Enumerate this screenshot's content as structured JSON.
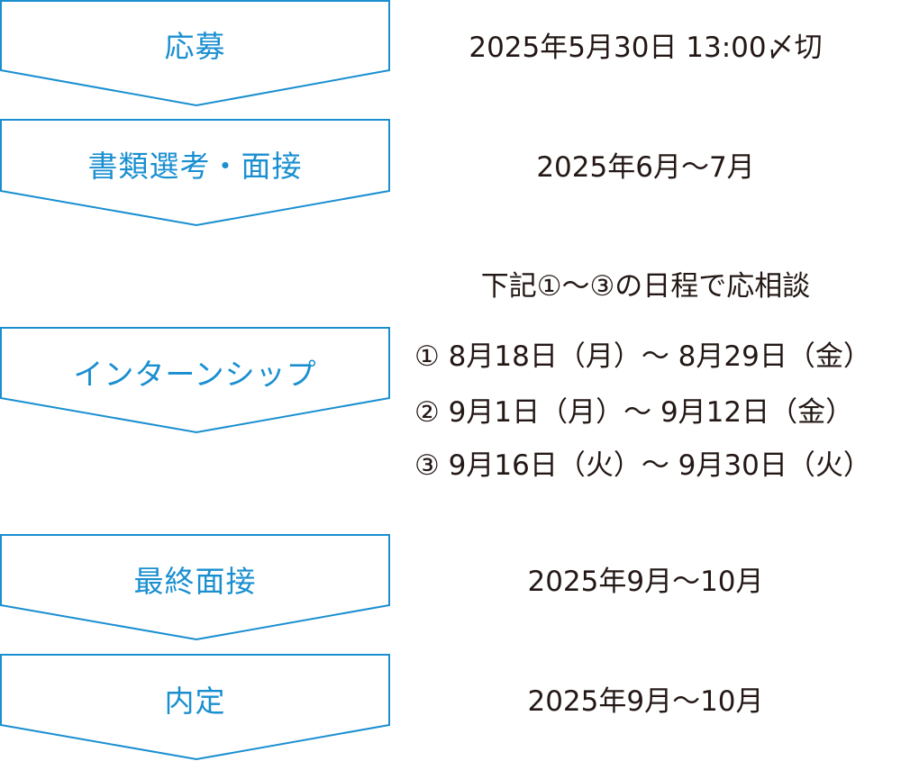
{
  "flow": {
    "accent_color": "#1a8fd0",
    "text_color": "#231815",
    "steps": [
      {
        "label": "応募",
        "info": "2025年5月30日 13:00〆切"
      },
      {
        "label": "書類選考・面接",
        "info": "2025年6月〜7月"
      },
      {
        "label": "インターンシップ",
        "note": "下記①〜③の日程で応相談",
        "schedule": [
          "① 8月18日（月）〜 8月29日（金）",
          "② 9月1日（月）〜 9月12日（金）",
          "③ 9月16日（火）〜 9月30日（火）"
        ]
      },
      {
        "label": "最終面接",
        "info": "2025年9月〜10月"
      },
      {
        "label": "内定",
        "info": "2025年9月〜10月"
      }
    ]
  }
}
